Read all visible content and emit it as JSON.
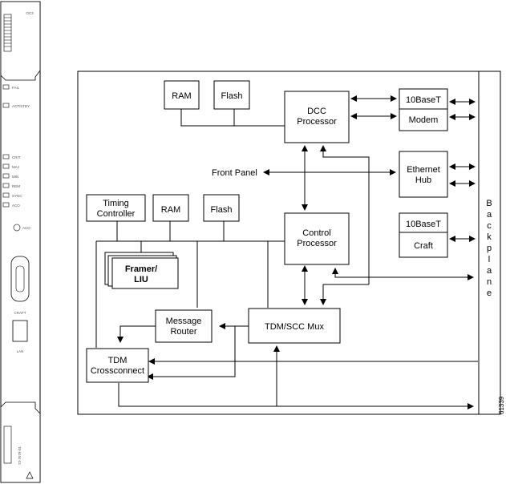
{
  "card": {
    "title": "OC3",
    "leds": [
      "FAIL",
      "ACT/STBY",
      "CRIT",
      "MAJ",
      "MIN",
      "REM",
      "SYNC",
      "ACO"
    ],
    "aco_button_label": "ACO",
    "craft_label": "CRAFT",
    "lan_label": "LAN",
    "part_number": "73-7678-01"
  },
  "diagram": {
    "blocks": {
      "ram_top": "RAM",
      "flash_top": "Flash",
      "dcc_line1": "DCC",
      "dcc_line2": "Processor",
      "tenbase_top": "10BaseT",
      "modem": "Modem",
      "ethernet_line1": "Ethernet",
      "ethernet_line2": "Hub",
      "timing_line1": "Timing",
      "timing_line2": "Controller",
      "ram_mid": "RAM",
      "flash_mid": "Flash",
      "control_line1": "Control",
      "control_line2": "Processor",
      "tenbase_craft": "10BaseT",
      "craft": "Craft",
      "framer_line1": "Framer/",
      "framer_line2": "LIU",
      "msg_line1": "Message",
      "msg_line2": "Router",
      "tdmscc": "TDM/SCC Mux",
      "tdm_line1": "TDM",
      "tdm_line2": "Crossconnect"
    },
    "front_panel_label": "Front Panel",
    "backplane_letters": [
      "B",
      "a",
      "c",
      "k",
      "p",
      "l",
      "a",
      "n",
      "e"
    ],
    "figure_number": "61339"
  }
}
